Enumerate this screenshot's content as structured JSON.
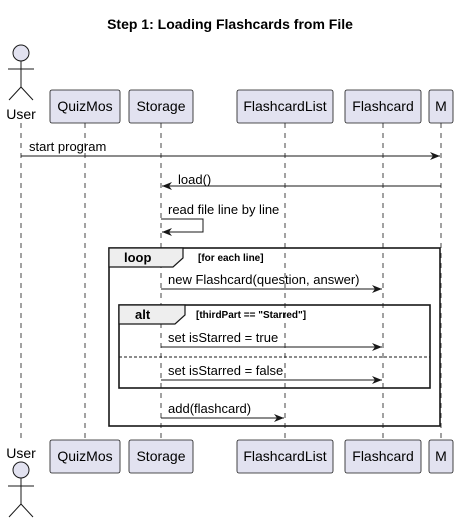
{
  "title": "Step 1: Loading Flashcards from File",
  "participants": [
    {
      "id": "user",
      "label": "User",
      "kind": "actor"
    },
    {
      "id": "quizmos",
      "label": "QuizMos",
      "kind": "box"
    },
    {
      "id": "storage",
      "label": "Storage",
      "kind": "box"
    },
    {
      "id": "flashcardlist",
      "label": "FlashcardList",
      "kind": "box"
    },
    {
      "id": "flashcard",
      "label": "Flashcard",
      "kind": "box"
    },
    {
      "id": "m",
      "label": "M",
      "kind": "box"
    }
  ],
  "messages": [
    {
      "from": "user",
      "to": "m",
      "text": "start program"
    },
    {
      "from": "m",
      "to": "storage",
      "text": "load()"
    },
    {
      "from": "storage",
      "to": "storage",
      "text": "read file line by line"
    },
    {
      "from": "storage",
      "to": "flashcard",
      "text": "new Flashcard(question, answer)"
    },
    {
      "from": "storage",
      "to": "flashcard",
      "text": "set isStarred = true"
    },
    {
      "from": "storage",
      "to": "flashcard",
      "text": "set isStarred = false"
    },
    {
      "from": "storage",
      "to": "flashcardlist",
      "text": "add(flashcard)"
    }
  ],
  "fragments": [
    {
      "keyword": "loop",
      "guard": "[for each line]"
    },
    {
      "keyword": "alt",
      "guard": "[thirdPart == \"Starred\"]"
    }
  ],
  "colors": {
    "participant_fill": "#e2e2f0",
    "participant_border": "#181818",
    "lifeline": "#181818",
    "arrow": "#181818"
  }
}
